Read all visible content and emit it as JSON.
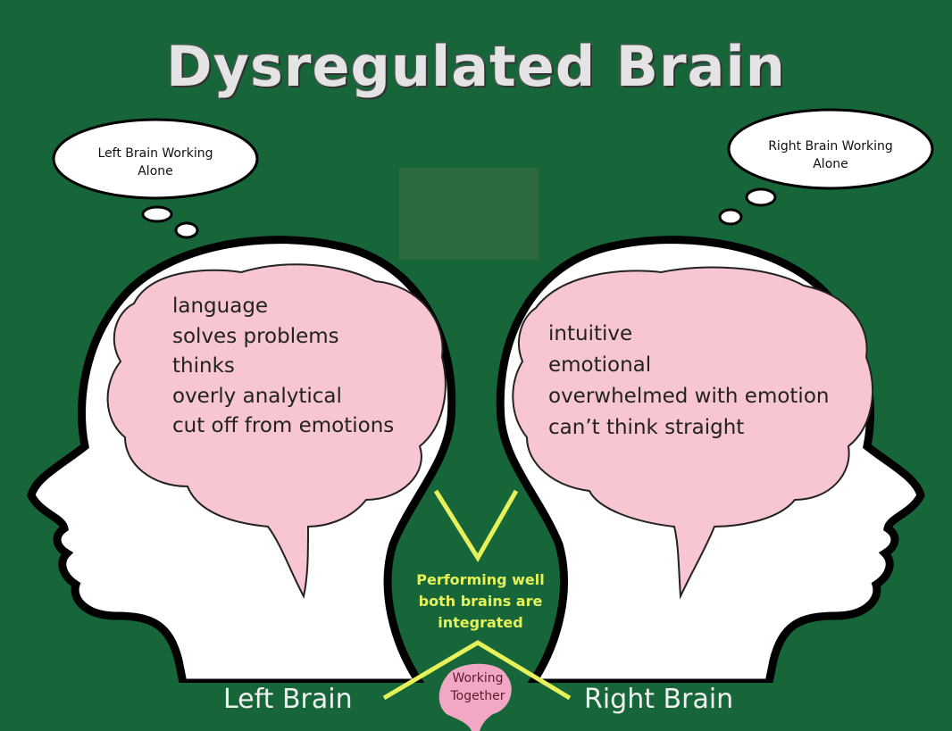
{
  "title": "Dysregulated Brain",
  "left": {
    "thought": "Left Brain Working Alone",
    "traits": [
      "language",
      "solves problems",
      "thinks",
      "overly analytical",
      "cut off from emotions"
    ],
    "label": "Left Brain"
  },
  "right": {
    "thought": "Right Brain Working Alone",
    "traits": [
      "intuitive",
      "emotional",
      "overwhelmed with emotion",
      "can’t think straight"
    ],
    "label": "Right Brain"
  },
  "center": {
    "integrated": "Performing well both brains are integrated",
    "together": "Working Together"
  },
  "colors": {
    "background": "#176639",
    "brain": "#f7c6d0",
    "accent": "#e6f25a",
    "head": "#ffffff"
  }
}
